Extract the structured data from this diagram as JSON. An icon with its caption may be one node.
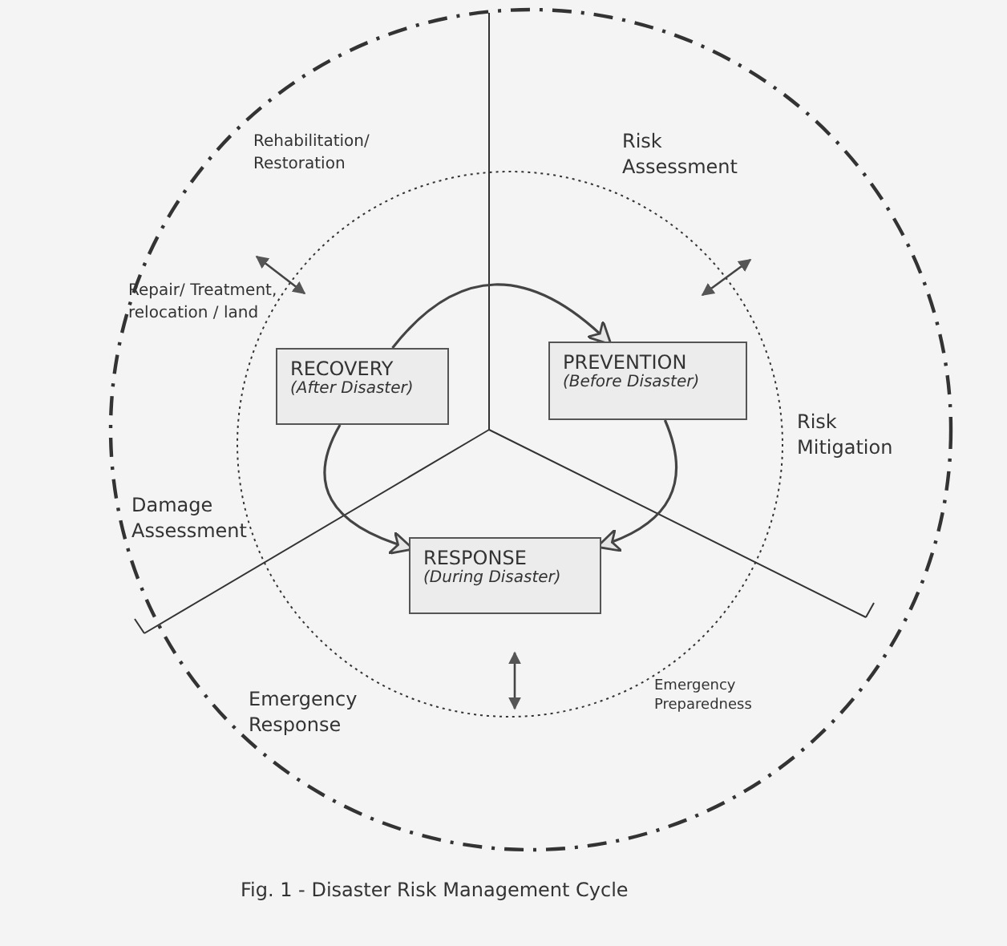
{
  "diagram": {
    "caption": "Fig. 1 - Disaster Risk Management Cycle",
    "nodes": [
      {
        "text": [
          "RECOVERY",
          "(After Disaster)"
        ]
      },
      {
        "text": [
          "PREVENTION",
          "(Before Disaster)"
        ]
      },
      {
        "text": [
          "RESPONSE",
          "(During Disaster)"
        ]
      }
    ],
    "edges": [
      {
        "from": 0,
        "to": 1,
        "arrow": "to"
      },
      {
        "from": 1,
        "to": 2,
        "arrow": "to"
      },
      {
        "from": 0,
        "to": 2,
        "arrow": "to"
      }
    ],
    "labels": [
      "Rehabilitation/ Restoration",
      "Risk Assessment",
      "Repair/ Treatment, relocation / land",
      "Risk Mitigation",
      "Damage Assessment",
      "Emergency Response",
      "Emergency Preparedness"
    ]
  }
}
